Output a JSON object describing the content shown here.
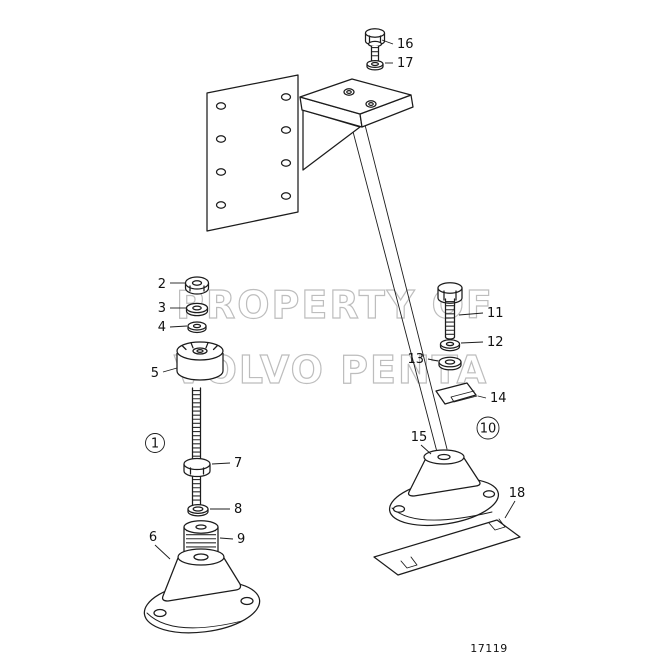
{
  "diagram": {
    "watermark": {
      "line1": "PROPERTY OF",
      "line2": "VOLVO PENTA"
    },
    "drawing_number": "17119",
    "colors": {
      "line": "#1c1c1c",
      "watermark": "#b6b6b6"
    },
    "callouts": {
      "1": "1",
      "2": "2",
      "3": "3",
      "4": "4",
      "5": "5",
      "6": "6",
      "7": "7",
      "8": "8",
      "9": "9",
      "10": "10",
      "11": "11",
      "12": "12",
      "13": "13",
      "14": "14",
      "15": "15",
      "16": "16",
      "17": "17",
      "18": "18"
    }
  }
}
